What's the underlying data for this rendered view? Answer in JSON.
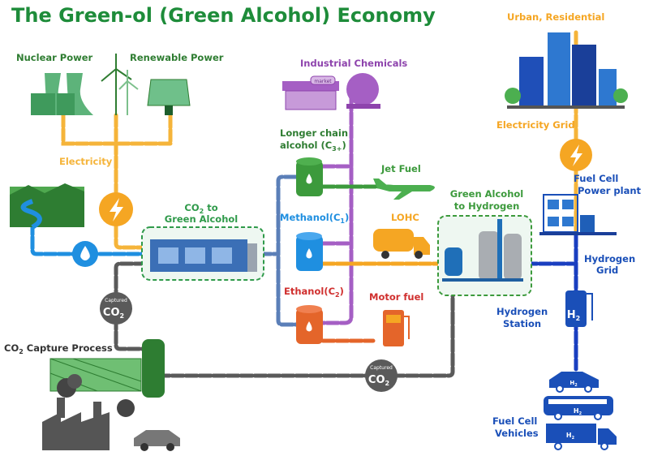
{
  "title": "The Green-ol (Green Alcohol) Economy",
  "labels": {
    "nuclear_power": "Nuclear Power",
    "renewable_power": "Renewable Power",
    "electricity": "Electricity",
    "co2_to_green_alcohol": {
      "line1_main": "CO",
      "line1_sub": "2",
      "line1_tail": " to",
      "line2": "Green Alcohol"
    },
    "co2_capture_process": {
      "main": "CO",
      "sub": "2",
      "tail": " Capture Process"
    },
    "captured_co2": {
      "small": "Captured",
      "main": "CO",
      "sub": "2"
    },
    "industrial_chemicals": "Industrial Chemicals",
    "market_sign": "market",
    "longer_chain_alcohol": {
      "line1": "Longer chain",
      "line2_main": "alcohol (C",
      "line2_sub": "3+",
      "line2_tail": ")"
    },
    "methanol": {
      "main": "Methanol(C",
      "sub": "1",
      "tail": ")"
    },
    "ethanol": {
      "main": "Ethanol(C",
      "sub": "2",
      "tail": ")"
    },
    "jet_fuel": "Jet Fuel",
    "lohc": "LOHC",
    "motor_fuel": "Motor fuel",
    "green_alcohol_to_hydrogen": {
      "line1": "Green Alcohol",
      "line2": "to Hydrogen"
    },
    "urban_residential": "Urban, Residential",
    "electricity_grid": "Electricity Grid",
    "fuel_cell_power_plant": {
      "line1": "Fuel Cell",
      "line2": "Power plant"
    },
    "hydrogen_grid": {
      "line1": "Hydrogen",
      "line2": "Grid"
    },
    "hydrogen_station": {
      "line1": "Hydrogen",
      "line2": "Station"
    },
    "h2": {
      "main": "H",
      "sub": "2"
    },
    "fuel_cell_vehicles": {
      "line1": "Fuel Cell",
      "line2": "Vehicles"
    }
  },
  "colors": {
    "title_green": "#1e8c3a",
    "power_green": "#2f7d32",
    "electricity_orange": "#f5a623",
    "water_blue": "#1f8fe0",
    "co2_gray": "#5a5a5a",
    "chemicals_purple": "#8e44ad",
    "longer_chain_green": "#3c9a3c",
    "methanol_blue": "#1f8fe0",
    "ethanol_red": "#d0302f",
    "hydrogen_blue": "#1a4fb8"
  }
}
